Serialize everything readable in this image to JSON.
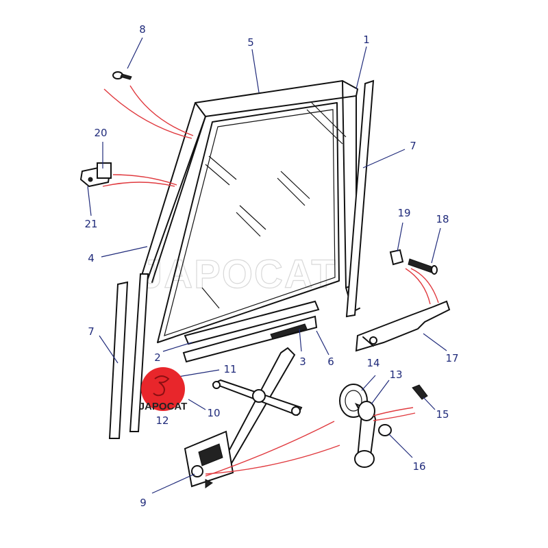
{
  "watermark": {
    "text": "JAPOCAT"
  },
  "logo": {
    "text": "JAPOCAT",
    "color": "#e8262b"
  },
  "colors": {
    "callout": "#1f2a7a",
    "highlight_lines": "#e0393e"
  },
  "callouts": [
    {
      "id": "c1",
      "label": "1"
    },
    {
      "id": "c2",
      "label": "2"
    },
    {
      "id": "c3",
      "label": "3"
    },
    {
      "id": "c4",
      "label": "4"
    },
    {
      "id": "c5",
      "label": "5"
    },
    {
      "id": "c6",
      "label": "6"
    },
    {
      "id": "c7a",
      "label": "7"
    },
    {
      "id": "c7b",
      "label": "7"
    },
    {
      "id": "c8",
      "label": "8"
    },
    {
      "id": "c9",
      "label": "9"
    },
    {
      "id": "c10",
      "label": "10"
    },
    {
      "id": "c11",
      "label": "11"
    },
    {
      "id": "c12",
      "label": "12"
    },
    {
      "id": "c13",
      "label": "13"
    },
    {
      "id": "c14",
      "label": "14"
    },
    {
      "id": "c15",
      "label": "15"
    },
    {
      "id": "c16",
      "label": "16"
    },
    {
      "id": "c17",
      "label": "17"
    },
    {
      "id": "c18",
      "label": "18"
    },
    {
      "id": "c19",
      "label": "19"
    },
    {
      "id": "c20",
      "label": "20"
    },
    {
      "id": "c21",
      "label": "21"
    }
  ]
}
